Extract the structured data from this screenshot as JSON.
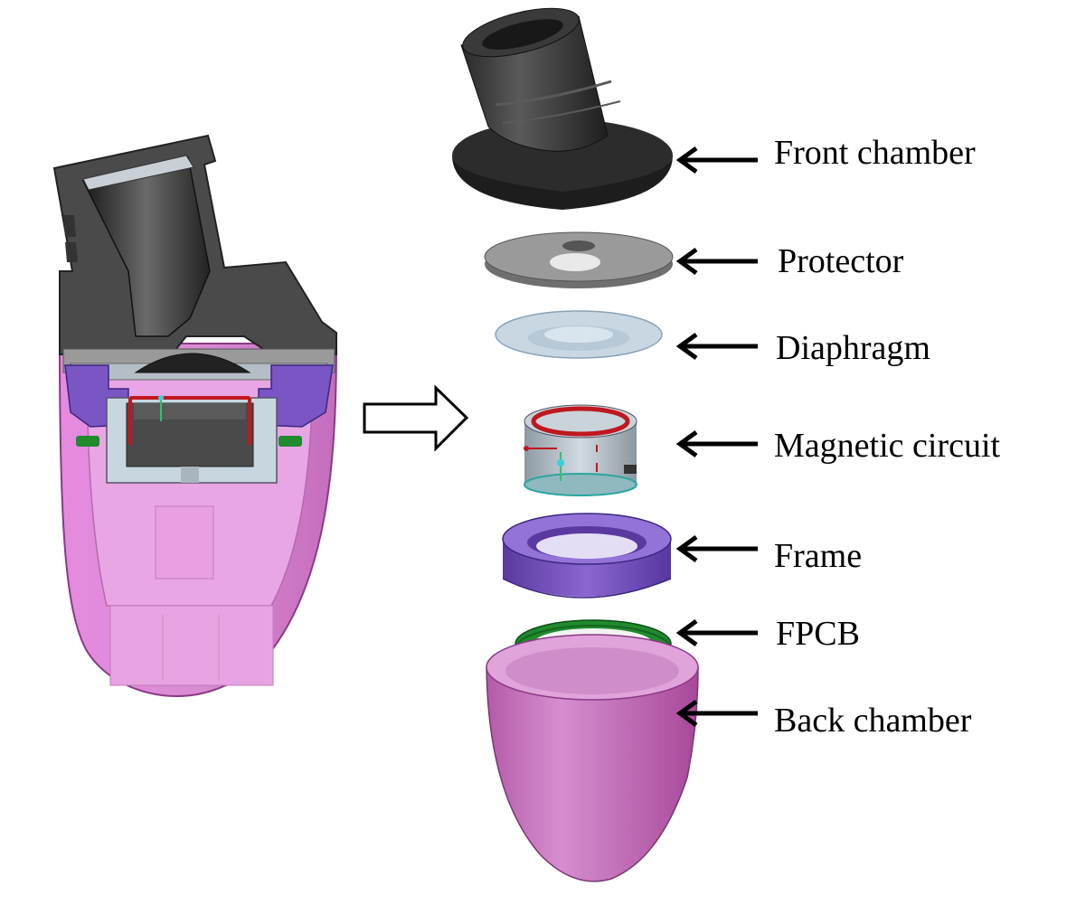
{
  "labels": {
    "front_chamber": "Front chamber",
    "protector": "Protector",
    "diaphragm": "Diaphragm",
    "magnetic_circuit": "Magnetic circuit",
    "frame": "Frame",
    "fpcb": "FPCB",
    "back_chamber": "Back chamber"
  },
  "colors": {
    "front_chamber": "#3a3a3a",
    "protector": "#8c8c8c",
    "diaphragm": "#c9d7e3",
    "magnet_body": "#b8c3cc",
    "coil_ring": "#c0181e",
    "frame": "#7a55c4",
    "fpcb": "#1f8a2e",
    "back_chamber": "#c76fc0",
    "arrow": "#000000"
  }
}
